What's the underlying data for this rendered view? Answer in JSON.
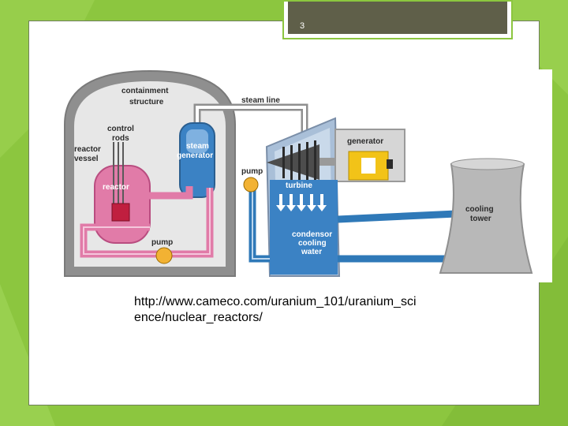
{
  "slide": {
    "number": "3",
    "caption": "http://www.cameco.com/uranium_101/uranium_science/nuclear_reactors/"
  },
  "diagram": {
    "labels": {
      "containment_structure_1": "containment",
      "containment_structure_2": "structure",
      "steam_line": "steam line",
      "control_rods_1": "control",
      "control_rods_2": "rods",
      "reactor_vessel_1": "reactor",
      "reactor_vessel_2": "vessel",
      "steam_generator_1": "steam",
      "steam_generator_2": "generator",
      "generator": "generator",
      "pump_top": "pump",
      "reactor": "reactor",
      "turbine": "turbine",
      "cooling_tower_1": "cooling",
      "cooling_tower_2": "tower",
      "condensor_1": "condensor",
      "condensor_2": "cooling",
      "condensor_3": "water",
      "pump_bottom": "pump"
    },
    "colors": {
      "primary_loop": "#e17ba8",
      "secondary_loop": "#2f79b8",
      "containment": "#9a9a9a",
      "pump": "#f2b233",
      "generator": "#f2c318"
    }
  }
}
